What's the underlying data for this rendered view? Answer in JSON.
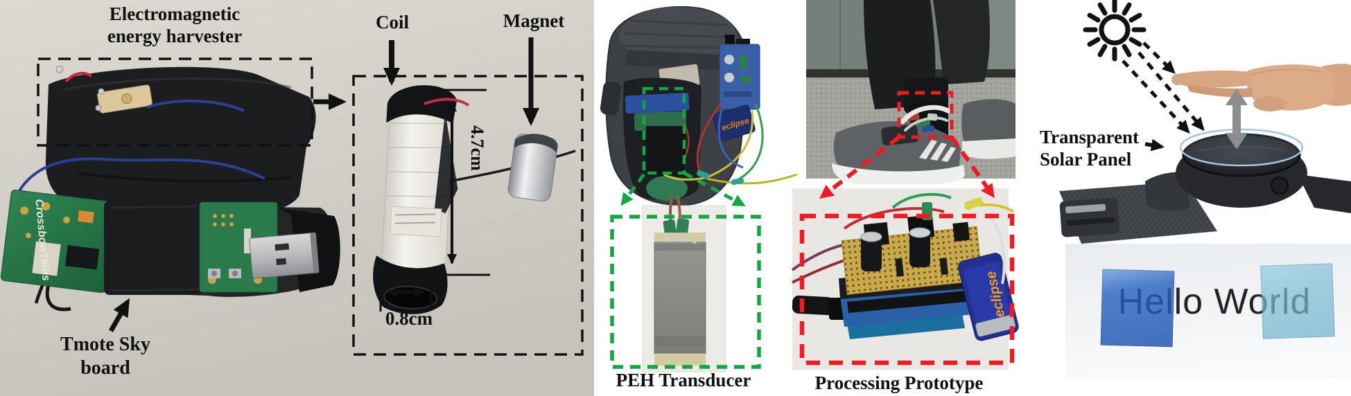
{
  "figure": {
    "panel1": {
      "title_line1": "Electromagnetic",
      "title_line2": "energy harvester",
      "coil_label": "Coil",
      "magnet_label": "Magnet",
      "height_dimension": "4.7cm",
      "diameter_dimension": "0.8cm",
      "board_label_line1": "Tmote Sky",
      "board_label_line2": "board",
      "pcb_text": "CrossbowTelos"
    },
    "panel2": {
      "caption": "PEH Transducer"
    },
    "panel3": {
      "caption": "Processing Prototype",
      "battery_text": "eclipse"
    },
    "panel4": {
      "label_line1": "Transparent",
      "label_line2": "Solar Panel",
      "demo_text": "Hello World"
    },
    "icons": [
      "sun-icon"
    ],
    "colors": {
      "annotation": "#111111",
      "green_dashed": "#16a543",
      "red_dashed": "#ed1c24",
      "photo_bg_left": "#d2cec8",
      "solar_panel_left": "#2a6ec8",
      "solar_panel_right": "#85c0d6",
      "watch_ring_blue": "#a4c6e4"
    }
  }
}
